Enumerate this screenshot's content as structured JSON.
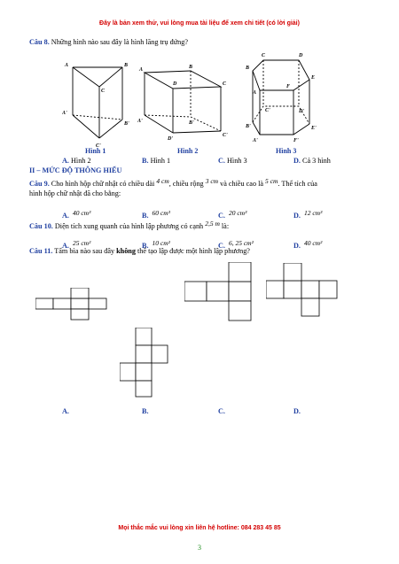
{
  "banner": "Đây là bản xem thử, vui lòng mua tài liệu để xem chi tiết (có lời giải)",
  "q8": {
    "num": "Câu 8.",
    "text": "Những hình nào sau đây là hình lăng trụ đứng?",
    "fig1": {
      "caption": "Hình 1",
      "labels": [
        "A",
        "B",
        "C",
        "A'",
        "B'",
        "C'"
      ]
    },
    "fig2": {
      "caption": "Hình 2",
      "labels": [
        "A",
        "B",
        "C",
        "D",
        "A'",
        "B'",
        "C'",
        "D'"
      ]
    },
    "fig3": {
      "caption": "Hình 3",
      "labels": [
        "A",
        "B",
        "C",
        "D",
        "E",
        "F",
        "A'",
        "B'",
        "C'",
        "D'",
        "E'",
        "F'"
      ]
    },
    "options": [
      {
        "letter": "A.",
        "text": "Hình 2"
      },
      {
        "letter": "B.",
        "text": "Hình 1"
      },
      {
        "letter": "C.",
        "text": "Hình 3"
      },
      {
        "letter": "D.",
        "text": "Cả 3 hình"
      }
    ]
  },
  "section": "II – MỨC ĐỘ THÔNG HIỂU",
  "q9": {
    "num": "Câu 9.",
    "text1": "Cho hình hộp chữ nhật có chiều dài",
    "dim1": "4 cm",
    "text2": ", chiều rộng",
    "dim2": "3 cm",
    "text3": "và chiều cao là",
    "dim3": "5 cm",
    "text4": ". Thể tích của",
    "line2": "hình hộp chữ nhật đã cho bằng:",
    "options": [
      {
        "letter": "A.",
        "value": "40 cm³"
      },
      {
        "letter": "B.",
        "value": "60 cm³"
      },
      {
        "letter": "C.",
        "value": "20 cm³"
      },
      {
        "letter": "D.",
        "value": "12 cm³"
      }
    ]
  },
  "q10": {
    "num": "Câu 10.",
    "text1": "Diện tích xung quanh của hình lập phương có cạnh",
    "edge": "2,5 m",
    "text2": "là:",
    "options": [
      {
        "letter": "A.",
        "value": "25 cm²"
      },
      {
        "letter": "B.",
        "value": "10 cm²"
      },
      {
        "letter": "C.",
        "value": "6, 25 cm²"
      },
      {
        "letter": "D.",
        "value": "40 cm²"
      }
    ]
  },
  "q11": {
    "num": "Câu 11.",
    "text1": "Tấm bìa nào sau đây",
    "bold": "không",
    "text2": "thể tạo lập được một hình lập phương?",
    "options": [
      "A.",
      "B.",
      "C.",
      "D."
    ]
  },
  "footer": "Mọi thắc mắc vui lòng xin liên hệ hotline: 084 283 45 85",
  "page_number": "3",
  "colors": {
    "red": "#d40000",
    "blue": "#1f3fa0",
    "green": "#1a8c1a"
  }
}
